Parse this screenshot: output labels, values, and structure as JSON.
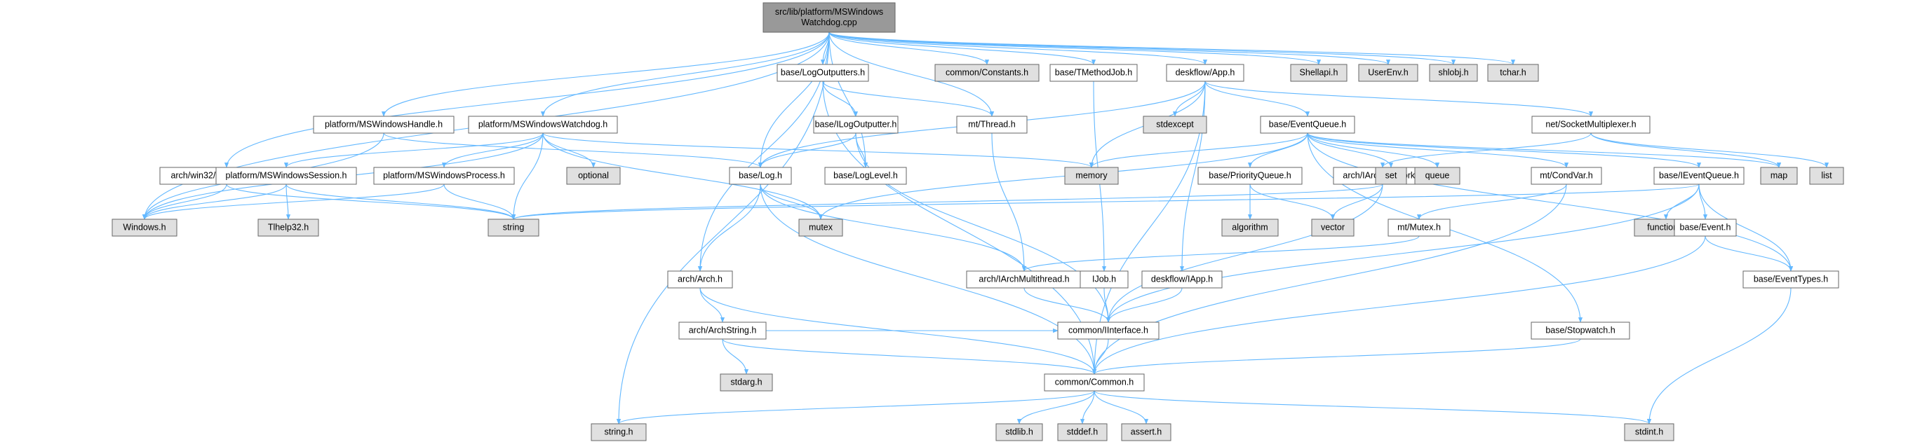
{
  "colors": {
    "root_fill": "#999999",
    "source_fill": "#ffffff",
    "system_fill": "#e0e0e0",
    "edge": "#63b8ff",
    "stroke": "#666666"
  },
  "nodes": [
    {
      "id": "root",
      "kind": "root",
      "lines": [
        "src/lib/platform/MSWindows",
        "Watchdog.cpp"
      ]
    },
    {
      "id": "logoutputters",
      "kind": "source",
      "lines": [
        "base/LogOutputters.h"
      ]
    },
    {
      "id": "constants",
      "kind": "system",
      "lines": [
        "common/Constants.h"
      ]
    },
    {
      "id": "tmethodjob",
      "kind": "source",
      "lines": [
        "base/TMethodJob.h"
      ]
    },
    {
      "id": "app",
      "kind": "source",
      "lines": [
        "deskflow/App.h"
      ]
    },
    {
      "id": "shellapi",
      "kind": "system",
      "lines": [
        "Shellapi.h"
      ]
    },
    {
      "id": "userenv",
      "kind": "system",
      "lines": [
        "UserEnv.h"
      ]
    },
    {
      "id": "shlobj",
      "kind": "system",
      "lines": [
        "shlobj.h"
      ]
    },
    {
      "id": "tchar",
      "kind": "system",
      "lines": [
        "tchar.h"
      ]
    },
    {
      "id": "ilogoutputter",
      "kind": "source",
      "lines": [
        "base/ILogOutputter.h"
      ]
    },
    {
      "id": "thread",
      "kind": "source",
      "lines": [
        "mt/Thread.h"
      ]
    },
    {
      "id": "stdexcept",
      "kind": "system",
      "lines": [
        "stdexcept"
      ]
    },
    {
      "id": "eventqueue",
      "kind": "source",
      "lines": [
        "base/EventQueue.h"
      ]
    },
    {
      "id": "socketmux",
      "kind": "source",
      "lines": [
        "net/SocketMultiplexer.h"
      ]
    },
    {
      "id": "mswinhandle",
      "kind": "source",
      "lines": [
        "platform/MSWindowsHandle.h"
      ]
    },
    {
      "id": "mswinwatchdog",
      "kind": "source",
      "lines": [
        "platform/MSWindowsWatchdog.h"
      ]
    },
    {
      "id": "xarchwindows",
      "kind": "source",
      "lines": [
        "arch/win32/XArchWindows.h"
      ]
    },
    {
      "id": "mswinsession",
      "kind": "source",
      "lines": [
        "platform/MSWindowsSession.h"
      ]
    },
    {
      "id": "mswinprocess",
      "kind": "source",
      "lines": [
        "platform/MSWindowsProcess.h"
      ]
    },
    {
      "id": "optional",
      "kind": "system",
      "lines": [
        "optional"
      ]
    },
    {
      "id": "baselog",
      "kind": "source",
      "lines": [
        "base/Log.h"
      ]
    },
    {
      "id": "loglevel",
      "kind": "source",
      "lines": [
        "base/LogLevel.h"
      ]
    },
    {
      "id": "memory",
      "kind": "system",
      "lines": [
        "memory"
      ]
    },
    {
      "id": "prioqueue",
      "kind": "source",
      "lines": [
        "base/PriorityQueue.h"
      ]
    },
    {
      "id": "iarchnetwork",
      "kind": "source",
      "lines": [
        "arch/IArchNetwork.h"
      ]
    },
    {
      "id": "set",
      "kind": "system",
      "lines": [
        "set"
      ]
    },
    {
      "id": "queue",
      "kind": "system",
      "lines": [
        "queue"
      ]
    },
    {
      "id": "condvar",
      "kind": "source",
      "lines": [
        "mt/CondVar.h"
      ]
    },
    {
      "id": "ieventqueue",
      "kind": "source",
      "lines": [
        "base/IEventQueue.h"
      ]
    },
    {
      "id": "map",
      "kind": "system",
      "lines": [
        "map"
      ]
    },
    {
      "id": "list",
      "kind": "system",
      "lines": [
        "list"
      ]
    },
    {
      "id": "windowsh",
      "kind": "system",
      "lines": [
        "Windows.h"
      ]
    },
    {
      "id": "tlhelp32",
      "kind": "system",
      "lines": [
        "Tlhelp32.h"
      ]
    },
    {
      "id": "string",
      "kind": "system",
      "lines": [
        "string"
      ]
    },
    {
      "id": "mutex",
      "kind": "system",
      "lines": [
        "mutex"
      ]
    },
    {
      "id": "algorithm",
      "kind": "system",
      "lines": [
        "algorithm"
      ]
    },
    {
      "id": "vector",
      "kind": "system",
      "lines": [
        "vector"
      ]
    },
    {
      "id": "mutexh",
      "kind": "source",
      "lines": [
        "mt/Mutex.h"
      ]
    },
    {
      "id": "functional",
      "kind": "system",
      "lines": [
        "functional"
      ]
    },
    {
      "id": "event",
      "kind": "source",
      "lines": [
        "base/Event.h"
      ]
    },
    {
      "id": "arch",
      "kind": "source",
      "lines": [
        "arch/Arch.h"
      ]
    },
    {
      "id": "iarchmt",
      "kind": "source",
      "lines": [
        "arch/IArchMultithread.h"
      ]
    },
    {
      "id": "ijob",
      "kind": "source",
      "lines": [
        "IJob.h"
      ]
    },
    {
      "id": "iapp",
      "kind": "source",
      "lines": [
        "deskflow/IApp.h"
      ]
    },
    {
      "id": "eventtypes",
      "kind": "source",
      "lines": [
        "base/EventTypes.h"
      ]
    },
    {
      "id": "archstring",
      "kind": "source",
      "lines": [
        "arch/ArchString.h"
      ]
    },
    {
      "id": "iinterface",
      "kind": "source",
      "lines": [
        "common/IInterface.h"
      ]
    },
    {
      "id": "stdargh",
      "kind": "system",
      "lines": [
        "stdarg.h"
      ]
    },
    {
      "id": "stopwatch",
      "kind": "source",
      "lines": [
        "base/Stopwatch.h"
      ]
    },
    {
      "id": "common",
      "kind": "source",
      "lines": [
        "common/Common.h"
      ]
    },
    {
      "id": "stringh",
      "kind": "system",
      "lines": [
        "string.h"
      ]
    },
    {
      "id": "stdlibh",
      "kind": "system",
      "lines": [
        "stdlib.h"
      ]
    },
    {
      "id": "stddefh",
      "kind": "system",
      "lines": [
        "stddef.h"
      ]
    },
    {
      "id": "asserth",
      "kind": "system",
      "lines": [
        "assert.h"
      ]
    },
    {
      "id": "stdinth",
      "kind": "system",
      "lines": [
        "stdint.h"
      ]
    }
  ],
  "edges": [
    [
      "root",
      "logoutputters"
    ],
    [
      "root",
      "constants"
    ],
    [
      "root",
      "tmethodjob"
    ],
    [
      "root",
      "app"
    ],
    [
      "root",
      "shellapi"
    ],
    [
      "root",
      "userenv"
    ],
    [
      "root",
      "shlobj"
    ],
    [
      "root",
      "tchar"
    ],
    [
      "root",
      "thread"
    ],
    [
      "root",
      "mswinhandle"
    ],
    [
      "root",
      "mswinwatchdog"
    ],
    [
      "root",
      "xarchwindows"
    ],
    [
      "root",
      "baselog"
    ],
    [
      "root",
      "loglevel"
    ],
    [
      "root",
      "arch"
    ],
    [
      "root",
      "windowsh"
    ],
    [
      "root",
      "stringh"
    ],
    [
      "logoutputters",
      "ilogoutputter"
    ],
    [
      "logoutputters",
      "thread"
    ],
    [
      "logoutputters",
      "common"
    ],
    [
      "tmethodjob",
      "ijob"
    ],
    [
      "app",
      "stdexcept"
    ],
    [
      "app",
      "eventqueue"
    ],
    [
      "app",
      "socketmux"
    ],
    [
      "app",
      "memory"
    ],
    [
      "app",
      "baselog"
    ],
    [
      "app",
      "iapp"
    ],
    [
      "app",
      "common"
    ],
    [
      "ilogoutputter",
      "baselog"
    ],
    [
      "ilogoutputter",
      "loglevel"
    ],
    [
      "ilogoutputter",
      "iinterface"
    ],
    [
      "thread",
      "iarchmt"
    ],
    [
      "eventqueue",
      "memory"
    ],
    [
      "eventqueue",
      "set"
    ],
    [
      "eventqueue",
      "queue"
    ],
    [
      "eventqueue",
      "prioqueue"
    ],
    [
      "eventqueue",
      "condvar"
    ],
    [
      "eventqueue",
      "ieventqueue"
    ],
    [
      "eventqueue",
      "map"
    ],
    [
      "eventqueue",
      "mutex"
    ],
    [
      "eventqueue",
      "stopwatch"
    ],
    [
      "eventqueue",
      "eventtypes"
    ],
    [
      "socketmux",
      "iarchnetwork"
    ],
    [
      "socketmux",
      "map"
    ],
    [
      "socketmux",
      "list"
    ],
    [
      "mswinhandle",
      "windowsh"
    ],
    [
      "mswinhandle",
      "baselog"
    ],
    [
      "mswinwatchdog",
      "mswinsession"
    ],
    [
      "mswinwatchdog",
      "mswinprocess"
    ],
    [
      "mswinwatchdog",
      "optional"
    ],
    [
      "mswinwatchdog",
      "string"
    ],
    [
      "mswinwatchdog",
      "memory"
    ],
    [
      "mswinwatchdog",
      "mutex"
    ],
    [
      "mswinwatchdog",
      "windowsh"
    ],
    [
      "xarchwindows",
      "windowsh"
    ],
    [
      "xarchwindows",
      "string"
    ],
    [
      "mswinsession",
      "windowsh"
    ],
    [
      "mswinsession",
      "tlhelp32"
    ],
    [
      "mswinsession",
      "string"
    ],
    [
      "mswinprocess",
      "windowsh"
    ],
    [
      "mswinprocess",
      "string"
    ],
    [
      "baselog",
      "arch"
    ],
    [
      "baselog",
      "mutex"
    ],
    [
      "baselog",
      "iarchmt"
    ],
    [
      "baselog",
      "common"
    ],
    [
      "prioqueue",
      "algorithm"
    ],
    [
      "prioqueue",
      "vector"
    ],
    [
      "iarchnetwork",
      "string"
    ],
    [
      "iarchnetwork",
      "vector"
    ],
    [
      "iarchnetwork",
      "iinterface"
    ],
    [
      "condvar",
      "mutexh"
    ],
    [
      "condvar",
      "common"
    ],
    [
      "ieventqueue",
      "string"
    ],
    [
      "ieventqueue",
      "functional"
    ],
    [
      "ieventqueue",
      "event"
    ],
    [
      "ieventqueue",
      "eventtypes"
    ],
    [
      "ieventqueue",
      "iinterface"
    ],
    [
      "mutexh",
      "iarchmt"
    ],
    [
      "event",
      "eventtypes"
    ],
    [
      "event",
      "common"
    ],
    [
      "arch",
      "archstring"
    ],
    [
      "arch",
      "common"
    ],
    [
      "iarchmt",
      "iinterface"
    ],
    [
      "ijob",
      "iinterface"
    ],
    [
      "iapp",
      "iinterface"
    ],
    [
      "eventtypes",
      "stdinth"
    ],
    [
      "archstring",
      "stdargh"
    ],
    [
      "archstring",
      "iinterface"
    ],
    [
      "archstring",
      "common"
    ],
    [
      "iinterface",
      "common"
    ],
    [
      "stopwatch",
      "common"
    ],
    [
      "common",
      "stringh"
    ],
    [
      "common",
      "stdlibh"
    ],
    [
      "common",
      "stddefh"
    ],
    [
      "common",
      "asserth"
    ],
    [
      "common",
      "stdinth"
    ]
  ]
}
